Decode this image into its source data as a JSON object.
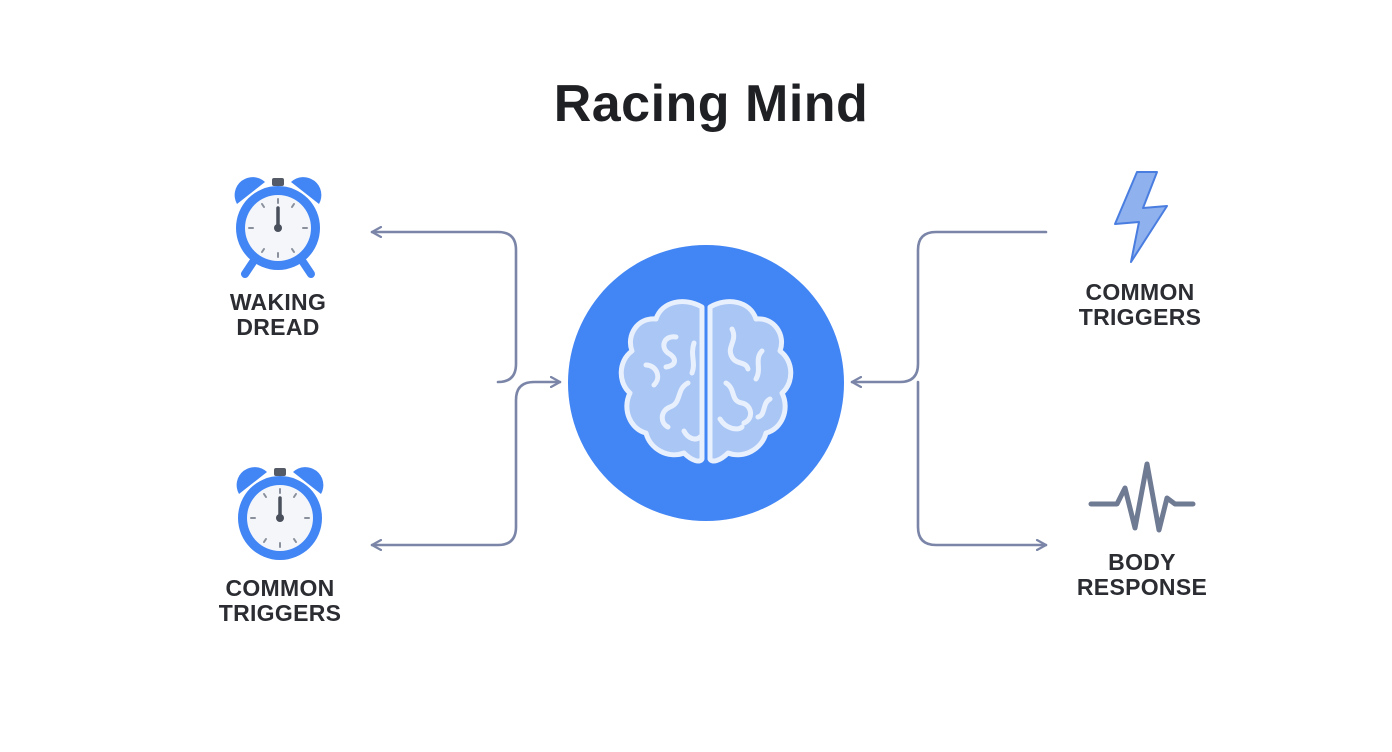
{
  "title": "Racing Mind",
  "colors": {
    "accent": "#4285f4",
    "accent_light": "#a9c6f5",
    "connector": "#7a85a8",
    "text": "#2b2d33",
    "wave": "#6f7a93"
  },
  "center": {
    "icon": "brain-icon"
  },
  "nodes": {
    "top_left": {
      "label": "WAKING\nDREAD",
      "icon": "alarm-clock-icon"
    },
    "bottom_left": {
      "label": "COMMON\nTRIGGERS",
      "icon": "alarm-clock-icon"
    },
    "top_right": {
      "label": "COMMON\nTRIGGERS",
      "icon": "lightning-icon"
    },
    "bottom_right": {
      "label": "BODY\nRESPONSE",
      "icon": "heartbeat-icon"
    }
  }
}
